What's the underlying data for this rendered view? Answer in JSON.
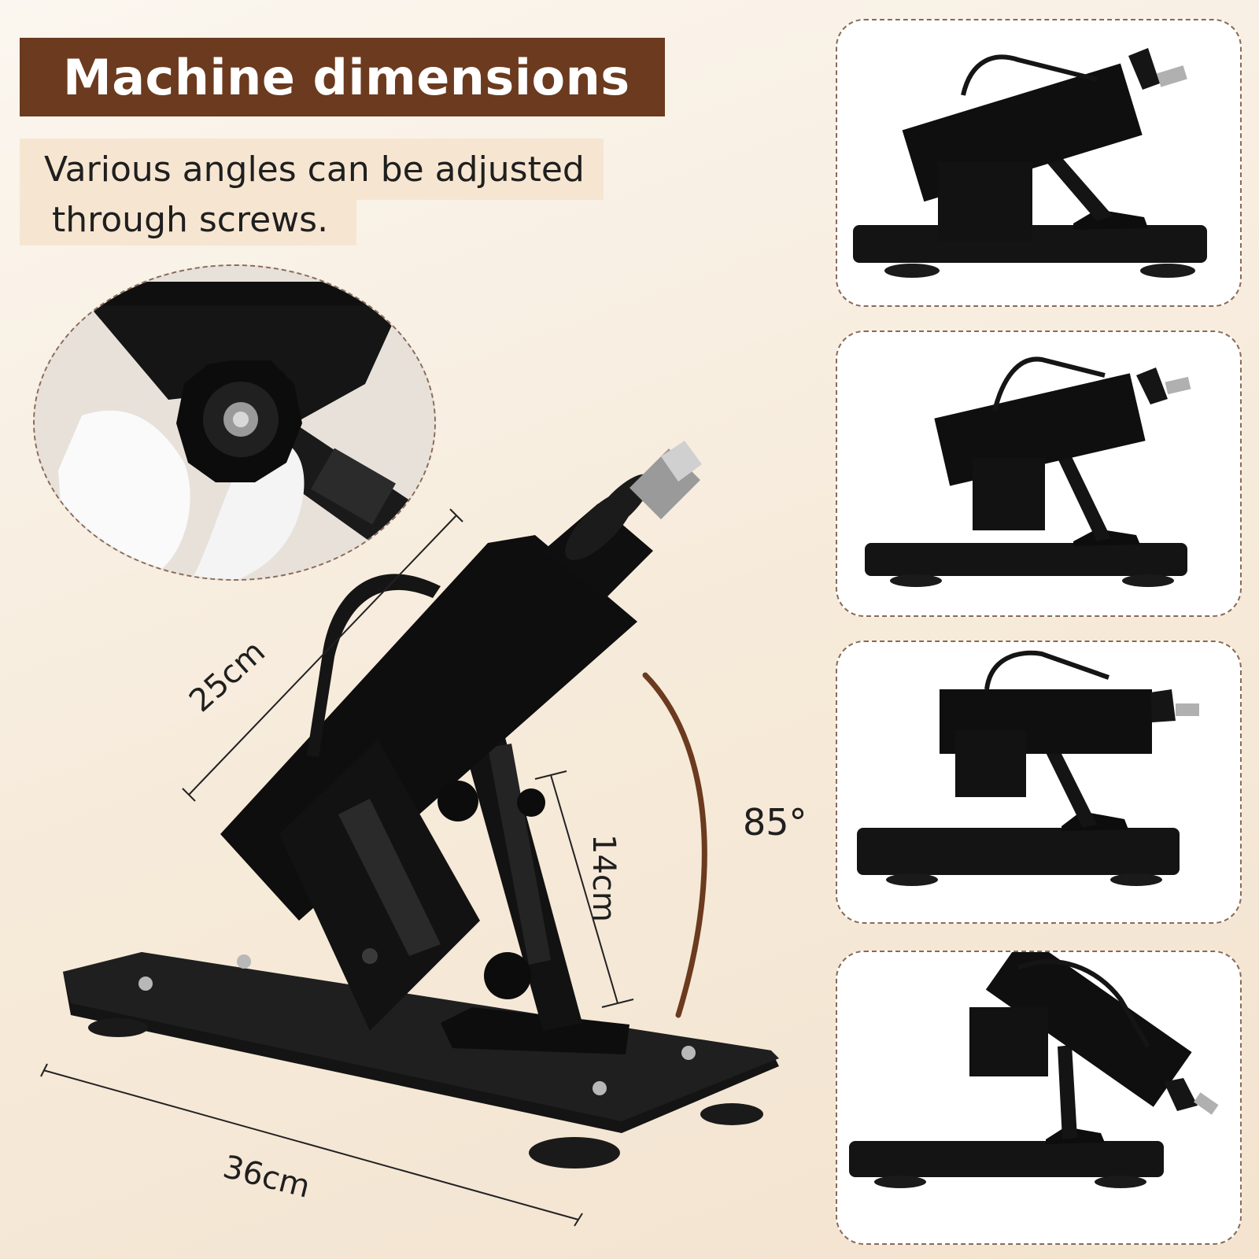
{
  "header": {
    "title": "Machine dimensions"
  },
  "subtitle": {
    "line1": "Various angles can be adjusted",
    "line2": "through screws."
  },
  "dimensions": {
    "length": "25cm",
    "height": "14cm",
    "base": "36cm",
    "angle": "85°"
  },
  "colors": {
    "accent": "#6b3a1f",
    "subtitle_bg": "#f6e6d1",
    "machine": "#111111"
  }
}
